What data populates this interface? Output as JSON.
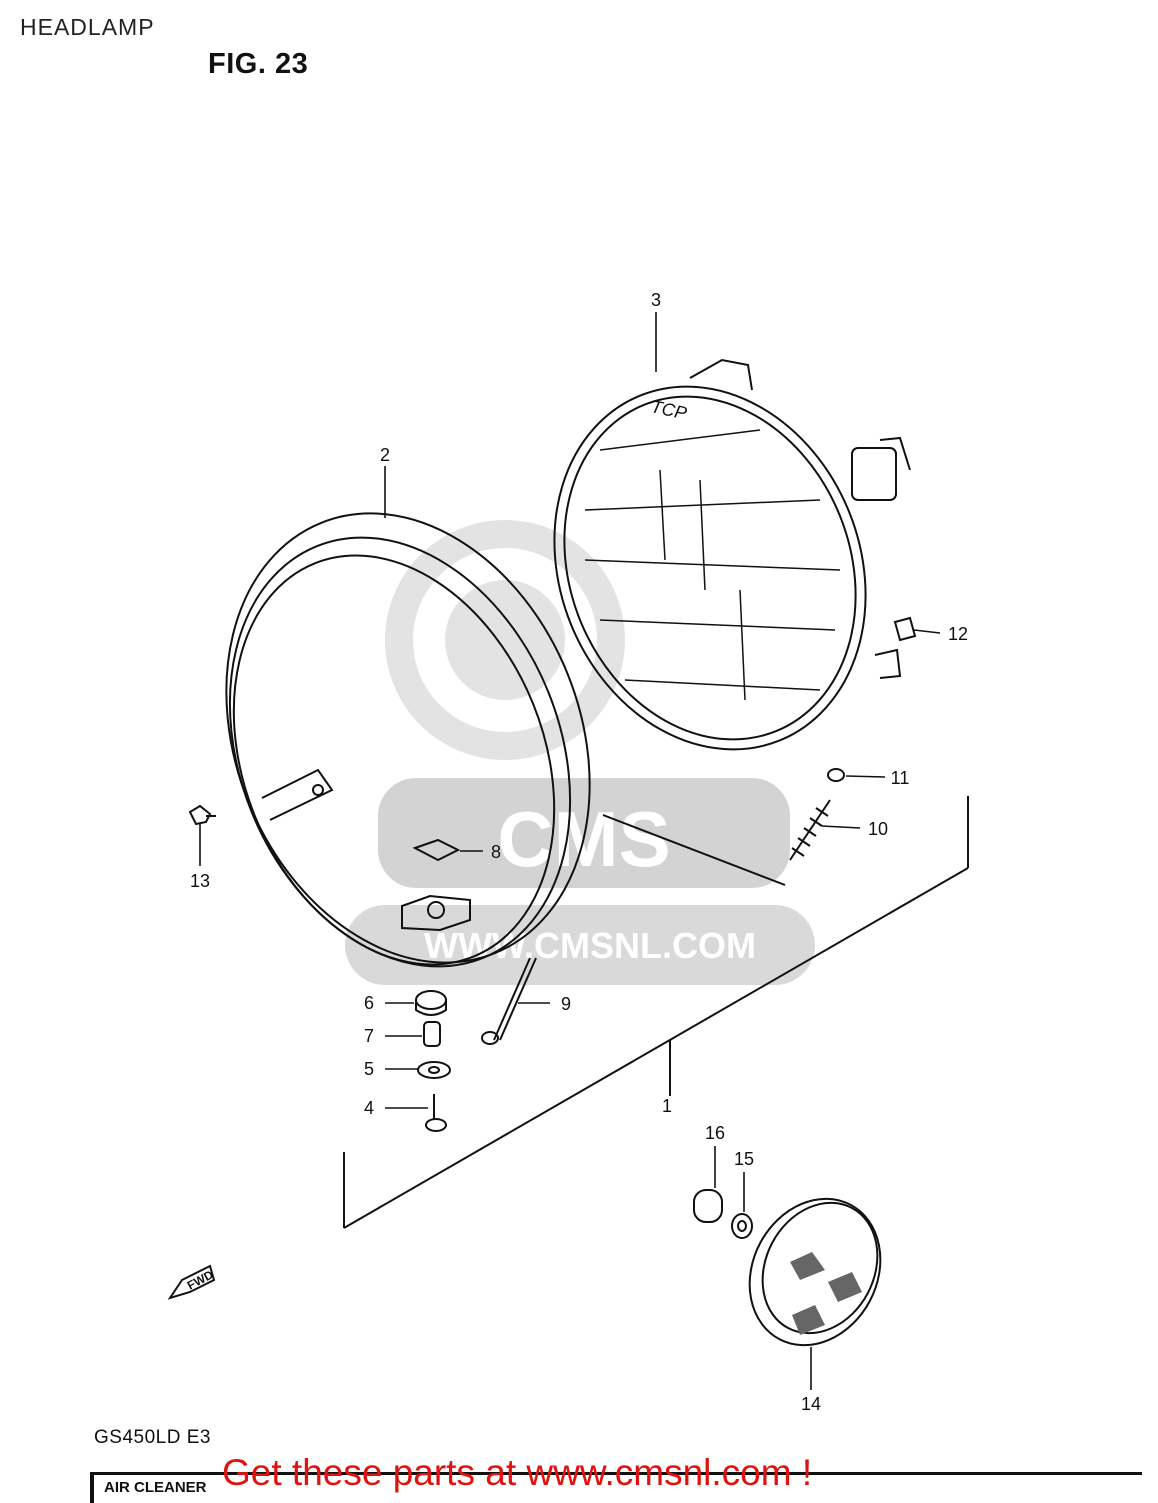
{
  "header": {
    "page_title": "HEADLAMP",
    "figure_label": "FIG. 23"
  },
  "footer": {
    "model": "GS450LD  E3",
    "section_bar_left": "AIR CLEANER",
    "promo_text": "Get these parts at www.cmsnl.com !"
  },
  "watermark": {
    "logo_text": "CMS",
    "url_text": "WWW.CMSNL.COM"
  },
  "headlamp_markings": "TCP",
  "direction_marker": "FWD",
  "colors": {
    "line": "#111111",
    "watermark": "#d3d3d3",
    "promo": "#e0120f"
  },
  "callouts": [
    {
      "number": "1",
      "part": "headlamp-assembly"
    },
    {
      "number": "2",
      "part": "rim"
    },
    {
      "number": "3",
      "part": "headlamp-unit"
    },
    {
      "number": "4",
      "part": "screw"
    },
    {
      "number": "5",
      "part": "washer"
    },
    {
      "number": "6",
      "part": "cushion"
    },
    {
      "number": "7",
      "part": "spacer"
    },
    {
      "number": "8",
      "part": "nut"
    },
    {
      "number": "9",
      "part": "adjusting-screw"
    },
    {
      "number": "10",
      "part": "spring"
    },
    {
      "number": "11",
      "part": "nut"
    },
    {
      "number": "12",
      "part": "clip-nut"
    },
    {
      "number": "13",
      "part": "screw"
    },
    {
      "number": "14",
      "part": "reflector"
    },
    {
      "number": "15",
      "part": "washer"
    },
    {
      "number": "16",
      "part": "cushion"
    }
  ]
}
